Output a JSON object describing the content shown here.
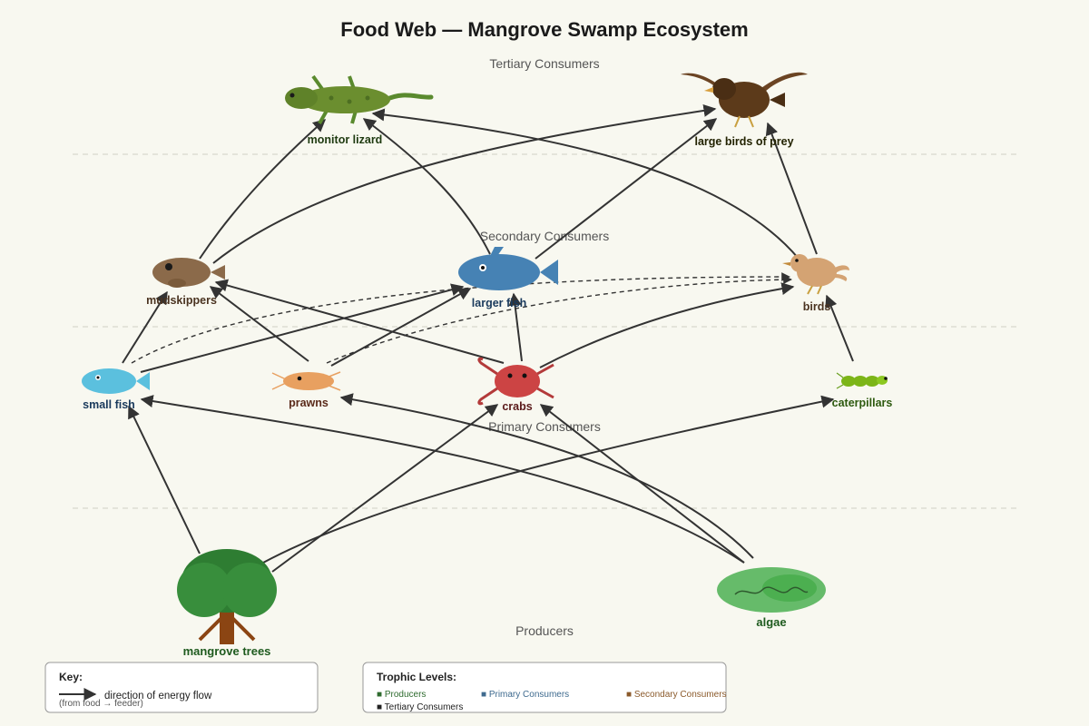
{
  "title": "Food Web — Mangrove Swamp Ecosystem",
  "levels": {
    "tertiary": "Tertiary Consumers",
    "secondary": "Secondary Consumers",
    "primary": "Primary Consumers",
    "producers": "Producers"
  },
  "organisms": {
    "monitor_lizard": "monitor lizard",
    "birds_of_prey": "large birds of prey",
    "mudskippers": "mudskippers",
    "larger_fish": "larger fish",
    "birds": "birds",
    "small_fish": "small fish",
    "prawns": "prawns",
    "crabs": "crabs",
    "caterpillars": "caterpillars",
    "mangrove_trees": "mangrove trees",
    "algae": "algae"
  },
  "colors": {
    "producer_label": "#1e5a1e",
    "primary_label": "#1a3a5c",
    "secondary_label": "#4a3320",
    "tertiary_label": "#333300",
    "arrow": "#333333"
  },
  "key": {
    "title": "Key:",
    "arrow_label": "direction of energy flow",
    "arrow_sub": "(from food → feeder)"
  },
  "trophic_legend": {
    "title": "Trophic Levels:",
    "items": [
      {
        "label": "■ Producers",
        "color": "#2e6b2e"
      },
      {
        "label": "■ Primary Consumers",
        "color": "#3f6b8f"
      },
      {
        "label": "■ Secondary Consumers",
        "color": "#8b5a2b"
      },
      {
        "label": "■ Tertiary Consumers",
        "color": "#222222"
      }
    ]
  }
}
